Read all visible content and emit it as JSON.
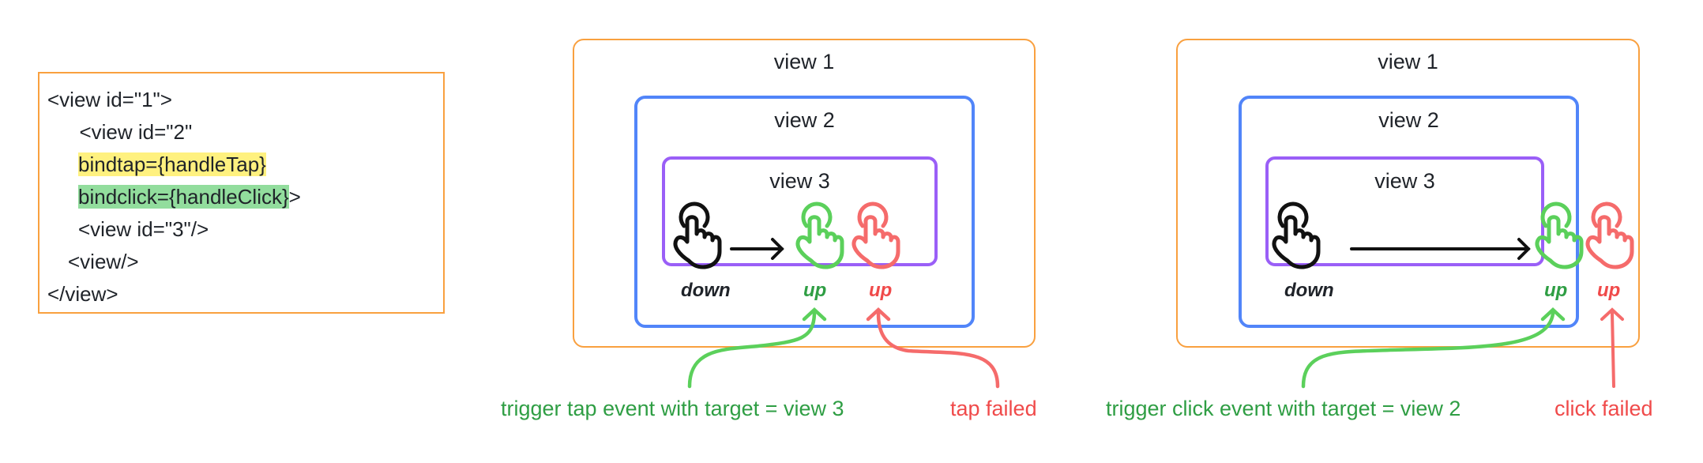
{
  "colors": {
    "orange": "#f9a03f",
    "blue": "#5185f9",
    "purple": "#9a5ff7",
    "green": "#5bd05b",
    "green_text": "#2f9e44",
    "red": "#f56b6b",
    "red_text": "#f04a4a",
    "black": "#111111",
    "highlight_yellow": "#fff17f",
    "highlight_green": "#92dd9d"
  },
  "code": {
    "lines": [
      "<view id=\"1\">",
      "  <view id=\"2\"",
      "bindtap={handleTap}",
      "bindclick={handleClick}",
      ">",
      "<view id=\"3\"/>",
      "<view/>",
      "</view>"
    ]
  },
  "diagrams": [
    {
      "view1_label": "view 1",
      "view2_label": "view 2",
      "view3_label": "view 3",
      "down_label": "down",
      "up_success_label": "up",
      "up_fail_label": "up",
      "success_caption": "trigger tap event with target = view 3",
      "fail_caption": "tap failed",
      "icons": {
        "down": "hand-pointer-icon",
        "up_success": "hand-pointer-icon",
        "up_fail": "hand-pointer-icon"
      }
    },
    {
      "view1_label": "view 1",
      "view2_label": "view 2",
      "view3_label": "view 3",
      "down_label": "down",
      "up_success_label": "up",
      "up_fail_label": "up",
      "success_caption": "trigger click event with target = view 2",
      "fail_caption": "click failed",
      "icons": {
        "down": "hand-pointer-icon",
        "up_success": "hand-pointer-icon",
        "up_fail": "hand-pointer-icon"
      }
    }
  ]
}
